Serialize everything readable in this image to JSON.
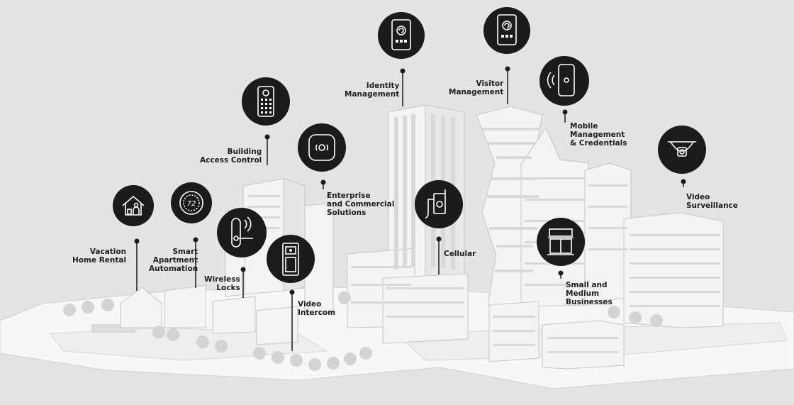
{
  "labels": {
    "vacation": [
      "Vacation",
      "Home Rental"
    ],
    "smart_apartment": [
      "Smart",
      "Apartment",
      "Automation"
    ],
    "wireless_locks": [
      "Wireless",
      "Locks"
    ],
    "building_access": [
      "Building",
      "Access Control"
    ],
    "enterprise": [
      "Enterprise",
      "and Commercial",
      "Solutions"
    ],
    "video_intercom": [
      "Video",
      "Intercom"
    ],
    "identity": [
      "Identity",
      "Management"
    ],
    "cellular": [
      "Cellular"
    ],
    "visitor": [
      "Visitor",
      "Management"
    ],
    "mobile": [
      "Mobile",
      "Management",
      "& Credentials"
    ],
    "smb": [
      "Small and",
      "Medium",
      "Businesses"
    ],
    "video_surveillance": [
      "Video",
      "Surveillance"
    ]
  },
  "icons": {
    "vacation": "house-person-icon",
    "smart_apartment": "thermostat-icon",
    "wireless_locks": "wireless-lever-lock-icon",
    "building_access": "keypad-reader-icon",
    "enterprise": "card-reader-icon",
    "video_intercom": "video-intercom-icon",
    "identity": "tablet-identity-icon",
    "cellular": "cellular-gateway-icon",
    "visitor": "tablet-visitor-icon",
    "mobile": "mobile-phone-icon",
    "smb": "storefront-icon",
    "video_surveillance": "dome-camera-icon"
  },
  "thermostat_reading": "72",
  "colors": {
    "background": "#e4e4e4",
    "badge": "#1b1b1b",
    "building": "#f6f6f6",
    "outline": "#c8c8c8",
    "label": "#1e1e1e"
  }
}
